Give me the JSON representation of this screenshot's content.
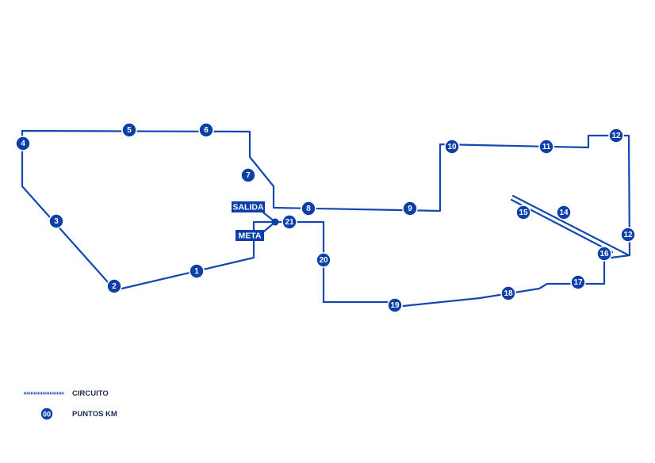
{
  "colors": {
    "route": "#1448b0",
    "marker": "#0c3fa8",
    "label": "#1a2a55"
  },
  "map": {
    "start_label": "SALIDA",
    "finish_label": "META",
    "km_markers": [
      "1",
      "2",
      "3",
      "4",
      "5",
      "6",
      "7",
      "8",
      "9",
      "10",
      "11",
      "12",
      "12",
      "14",
      "15",
      "16",
      "17",
      "18",
      "19",
      "20",
      "21"
    ]
  },
  "legend": {
    "circuit_label": "CIRCUITO",
    "marker_sample": "00",
    "marker_label": "PUNTOS KM"
  }
}
